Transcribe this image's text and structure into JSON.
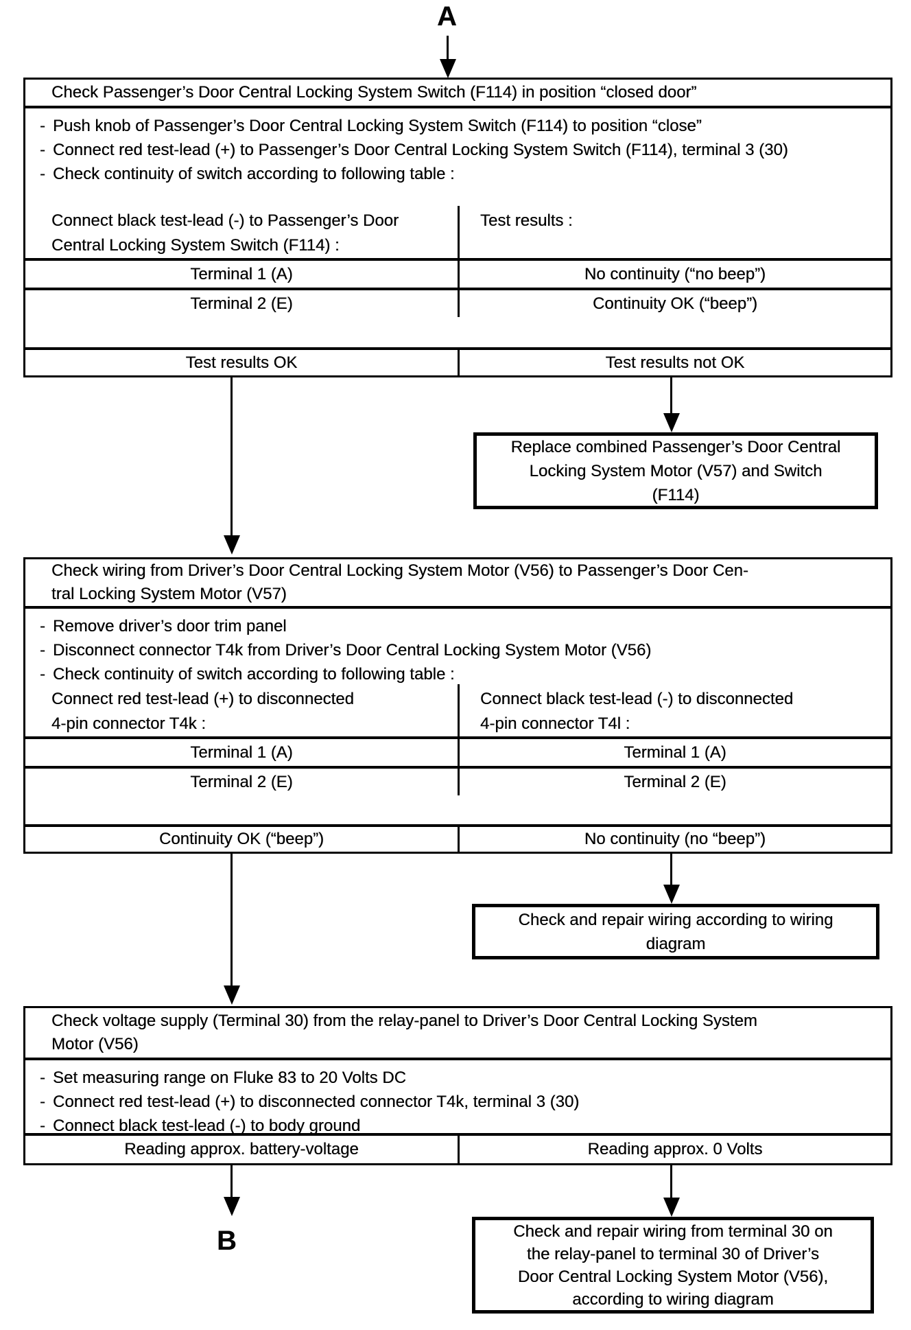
{
  "glyphs": {
    "dash": "-"
  },
  "connectors": {
    "a": "A",
    "b": "B"
  },
  "step1": {
    "title": "Check Passenger’s Door Central Locking System Switch (F114) in position “closed door”",
    "bullets": [
      "Push knob of Passenger’s Door Central Locking System Switch (F114) to position “close”",
      "Connect red test-lead (+) to Passenger’s Door Central Locking System Switch (F114), terminal 3 (30)",
      "Check continuity of switch according to following table :"
    ],
    "table": {
      "header_left_lines": [
        "Connect black test-lead (-) to Passenger’s Door",
        "Central Locking System Switch (F114) :"
      ],
      "header_right": "Test results :",
      "rows": [
        {
          "left": "Terminal 1 (A)",
          "right": "No continuity (“no beep”)"
        },
        {
          "left": "Terminal 2 (E)",
          "right": "Continuity OK  (“beep”)"
        }
      ],
      "result_left": "Test results OK",
      "result_right": "Test results not OK"
    }
  },
  "replace_box": {
    "lines": [
      "Replace combined Passenger’s Door Central",
      "Locking System Motor (V57) and Switch",
      "(F114)"
    ]
  },
  "step2": {
    "title_lines": [
      "Check wiring from Driver’s Door Central Locking System Motor (V56) to Passenger’s Door Cen-",
      "tral Locking System Motor (V57)"
    ],
    "bullets": [
      "Remove driver’s door trim panel",
      "Disconnect connector T4k from Driver’s Door Central Locking System Motor (V56)",
      "Check continuity of switch according to following table :"
    ],
    "table": {
      "header_left_lines": [
        "Connect red test-lead (+) to disconnected",
        "4-pin connector T4k :"
      ],
      "header_right_lines": [
        "Connect black test-lead (-) to disconnected",
        "4-pin connector T4l :"
      ],
      "rows": [
        {
          "left": "Terminal 1 (A)",
          "right": "Terminal 1 (A)"
        },
        {
          "left": "Terminal 2 (E)",
          "right": "Terminal 2 (E)"
        }
      ],
      "result_left": "Continuity OK (“beep”)",
      "result_right": "No continuity (no “beep”)"
    }
  },
  "repair_box": {
    "lines": [
      "Check and repair wiring according to wiring",
      "diagram"
    ]
  },
  "step3": {
    "title_lines": [
      "Check voltage supply (Terminal 30) from the relay-panel to Driver’s Door Central Locking System",
      "Motor (V56)"
    ],
    "bullets": [
      "Set measuring range on Fluke 83 to 20 Volts DC",
      "Connect red test-lead (+) to disconnected connector T4k, terminal 3 (30)",
      "Connect black test-lead (-) to body ground"
    ],
    "result_left": "Reading approx. battery-voltage",
    "result_right": "Reading approx. 0 Volts"
  },
  "final_box": {
    "lines": [
      "Check and repair wiring from terminal 30 on",
      "the relay-panel to terminal 30 of Driver’s",
      "Door Central Locking System Motor (V56),",
      "according to wiring diagram"
    ]
  }
}
